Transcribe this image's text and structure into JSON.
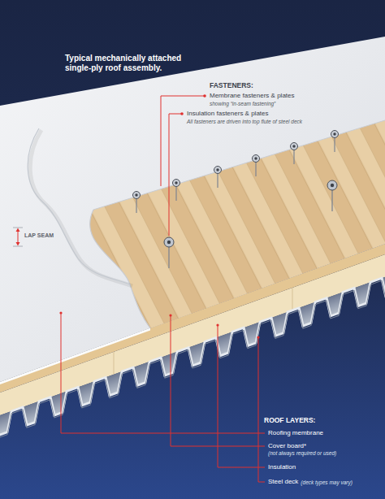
{
  "diagram": {
    "title": "Typical mechanically attached single-ply roof assembly.",
    "labels": [
      "FASTENERS:",
      "Membrane fasteners & plates",
      "showing “in-seam fastening”",
      "Insulation fasteners & plates",
      "All fasteners are driven into top flute of steel deck",
      "LAP SEAM",
      "ROOF LAYERS:",
      "Roofing membrane",
      "Cover board*",
      "(not always required or used)",
      "Insulation",
      "Steel deck",
      "(deck types may vary)"
    ]
  }
}
